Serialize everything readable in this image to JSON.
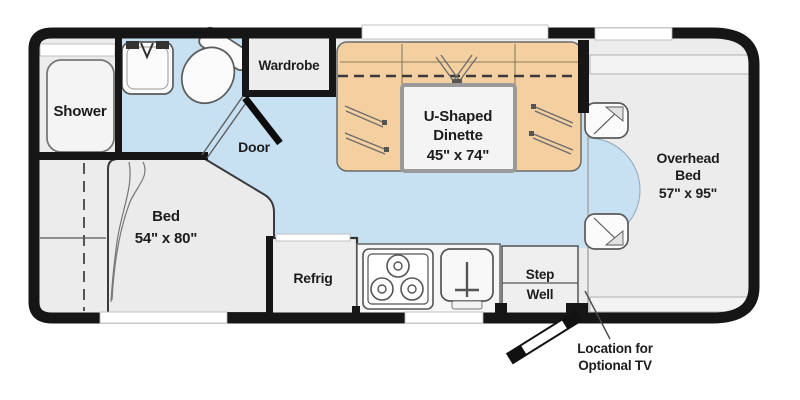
{
  "floorplan": {
    "title": "RV floor plan",
    "areas": {
      "shower": {
        "label": "Shower"
      },
      "wardrobe": {
        "label": "Wardrobe"
      },
      "bathroom_door": {
        "label": "Door"
      },
      "dinette": {
        "label_line1": "U-Shaped",
        "label_line2": "Dinette",
        "dimensions": "45\" x 74\""
      },
      "bed": {
        "label": "Bed",
        "dimensions": "54\" x 80\""
      },
      "overhead_bed": {
        "label_line1": "Overhead",
        "label_line2": "Bed",
        "dimensions": "57\" x 95\""
      },
      "refrigerator": {
        "label": "Refrig"
      },
      "step_well": {
        "label_line1": "Step",
        "label_line2": "Well"
      },
      "tv_note": {
        "label_line1": "Location for",
        "label_line2": "Optional TV"
      }
    },
    "colors": {
      "wall": "#161616",
      "aisle_floor": "#c7e1f2",
      "room_floor": "#ececec",
      "dinette_fill": "#f4d0a1",
      "bed_fill": "#ebebeb",
      "outline": "#555555",
      "text": "#1c1c1c"
    }
  }
}
